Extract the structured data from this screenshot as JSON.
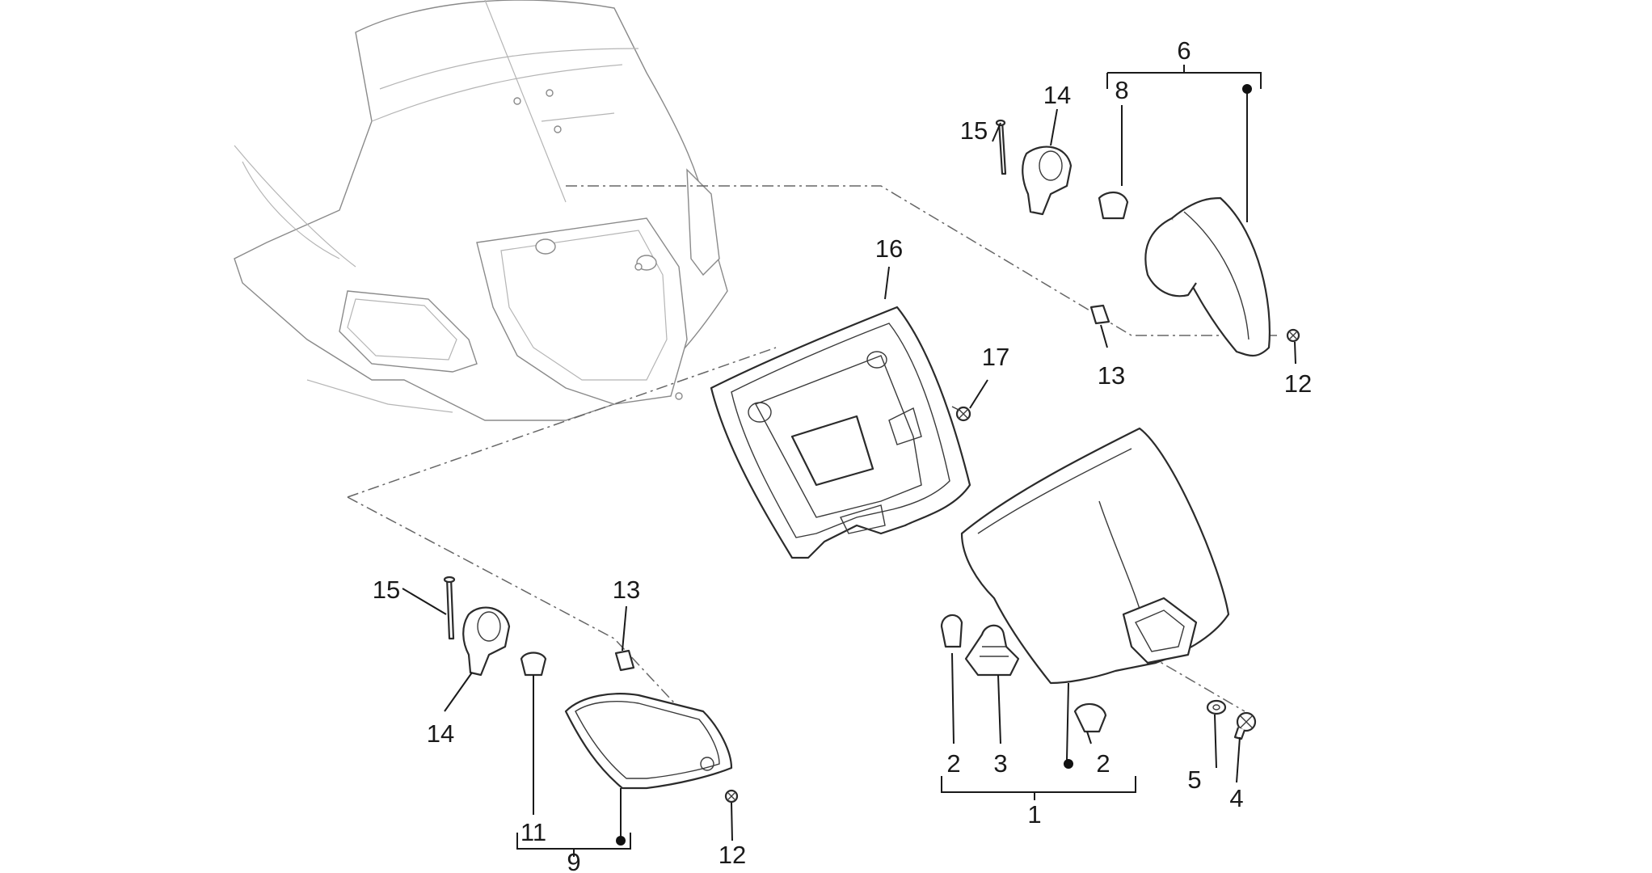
{
  "callouts": {
    "c1": "1",
    "c2a": "2",
    "c2b": "2",
    "c3": "3",
    "c4": "4",
    "c5": "5",
    "c6": "6",
    "c8": "8",
    "c9": "9",
    "c11": "11",
    "c12a": "12",
    "c12b": "12",
    "c13a": "13",
    "c13b": "13",
    "c14a": "14",
    "c14b": "14",
    "c15a": "15",
    "c15b": "15",
    "c16": "16",
    "c17": "17"
  },
  "colors": {
    "ink": "#1a1a1a",
    "body": "#8a8a8a",
    "background": "#ffffff"
  }
}
